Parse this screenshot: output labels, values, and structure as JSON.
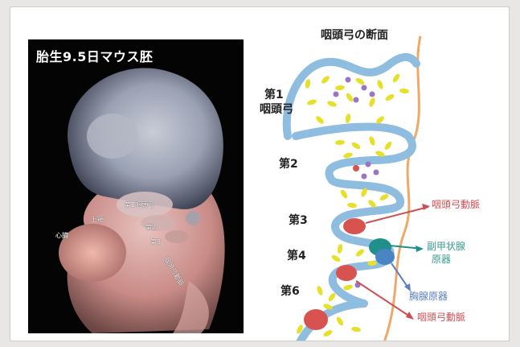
{
  "photo": {
    "title": "胎生9.5日マウス胚",
    "labels": [
      "第1咽頭弓",
      "上顎",
      "心臓",
      "第2",
      "第3",
      "咽頭弓動脈"
    ]
  },
  "diagram": {
    "title": "咽頭弓の断面",
    "arch_labels": [
      "第1",
      "咽頭弓",
      "第2",
      "第3",
      "第4",
      "第6"
    ],
    "annotations": {
      "artery_upper": "咽頭弓動脈",
      "parathyroid_line1": "副甲状腺",
      "parathyroid_line2": "原器",
      "thymus": "胸腺原器",
      "artery_lower": "咽頭弓動脈"
    },
    "colors": {
      "endoderm": "#8fbde0",
      "ectoderm_line": "#f0a868",
      "mesenchyme_cell": "#e7e02a",
      "neural_crest_cell": "#9b74c4",
      "artery": "#d8534f",
      "parathyroid": "#1f8f8a",
      "thymus": "#4b84c2"
    }
  }
}
